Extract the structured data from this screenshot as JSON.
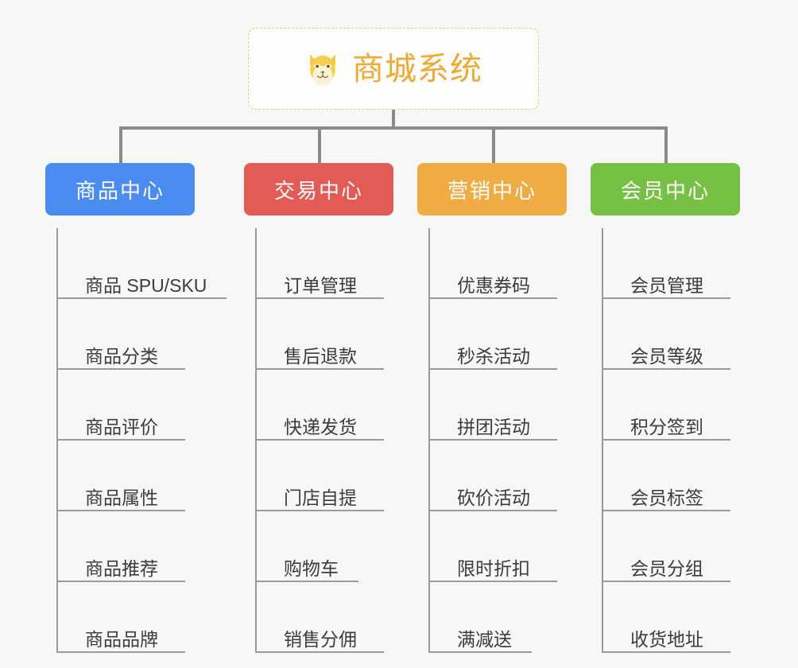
{
  "root": {
    "title": "商城系统",
    "icon": "shiba-dog-face-icon",
    "border_color": "#eec77a",
    "text_color": "#eeaa33",
    "background": "#fdfdfc"
  },
  "canvas": {
    "background": "#f7f7f7",
    "connector_color": "#8a8a8a",
    "leaf_line_color": "#9a9a9a",
    "leaf_text_color": "#3c3c3c"
  },
  "columns": [
    {
      "id": "product-center",
      "label": "商品中心",
      "color": "#4a8cf0",
      "items": [
        {
          "label": "商品 SPU/SKU",
          "width": "wide"
        },
        {
          "label": "商品分类",
          "width": "normal"
        },
        {
          "label": "商品评价",
          "width": "normal"
        },
        {
          "label": "商品属性",
          "width": "normal"
        },
        {
          "label": "商品推荐",
          "width": "normal"
        },
        {
          "label": "商品品牌",
          "width": "normal"
        }
      ]
    },
    {
      "id": "trade-center",
      "label": "交易中心",
      "color": "#e35b55",
      "items": [
        {
          "label": "订单管理",
          "width": "normal"
        },
        {
          "label": "售后退款",
          "width": "normal"
        },
        {
          "label": "快递发货",
          "width": "normal"
        },
        {
          "label": "门店自提",
          "width": "normal"
        },
        {
          "label": "购物车",
          "width": "narrow"
        },
        {
          "label": "销售分佣",
          "width": "normal"
        }
      ]
    },
    {
      "id": "marketing-center",
      "label": "营销中心",
      "color": "#eeac42",
      "items": [
        {
          "label": "优惠券码",
          "width": "normal"
        },
        {
          "label": "秒杀活动",
          "width": "normal"
        },
        {
          "label": "拼团活动",
          "width": "normal"
        },
        {
          "label": "砍价活动",
          "width": "normal"
        },
        {
          "label": "限时折扣",
          "width": "normal"
        },
        {
          "label": "满减送",
          "width": "narrow"
        }
      ]
    },
    {
      "id": "member-center",
      "label": "会员中心",
      "color": "#76c043",
      "items": [
        {
          "label": "会员管理",
          "width": "normal"
        },
        {
          "label": "会员等级",
          "width": "normal"
        },
        {
          "label": "积分签到",
          "width": "normal"
        },
        {
          "label": "会员标签",
          "width": "normal"
        },
        {
          "label": "会员分组",
          "width": "normal"
        },
        {
          "label": "收货地址",
          "width": "normal"
        }
      ]
    }
  ]
}
